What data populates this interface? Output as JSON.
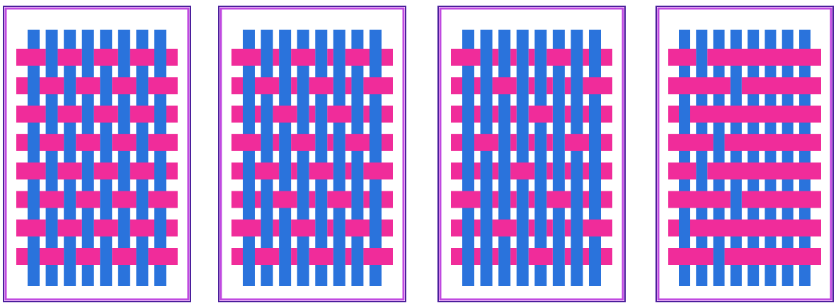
{
  "colors": {
    "warp": "#2a73dc",
    "weft": "#f02c9a",
    "background": "#ffffff",
    "frame_outer": "#4b1f9c",
    "frame_inner": "#c04ae0"
  },
  "panels": [
    {
      "pattern": "plain-weave",
      "warp_threads": 8,
      "weft_threads": 8
    },
    {
      "pattern": "twill-2x1",
      "warp_threads": 8,
      "weft_threads": 8
    },
    {
      "pattern": "satin-5",
      "warp_threads": 8,
      "weft_threads": 8
    },
    {
      "pattern": "long-float-weave",
      "warp_threads": 8,
      "weft_threads": 8
    }
  ]
}
